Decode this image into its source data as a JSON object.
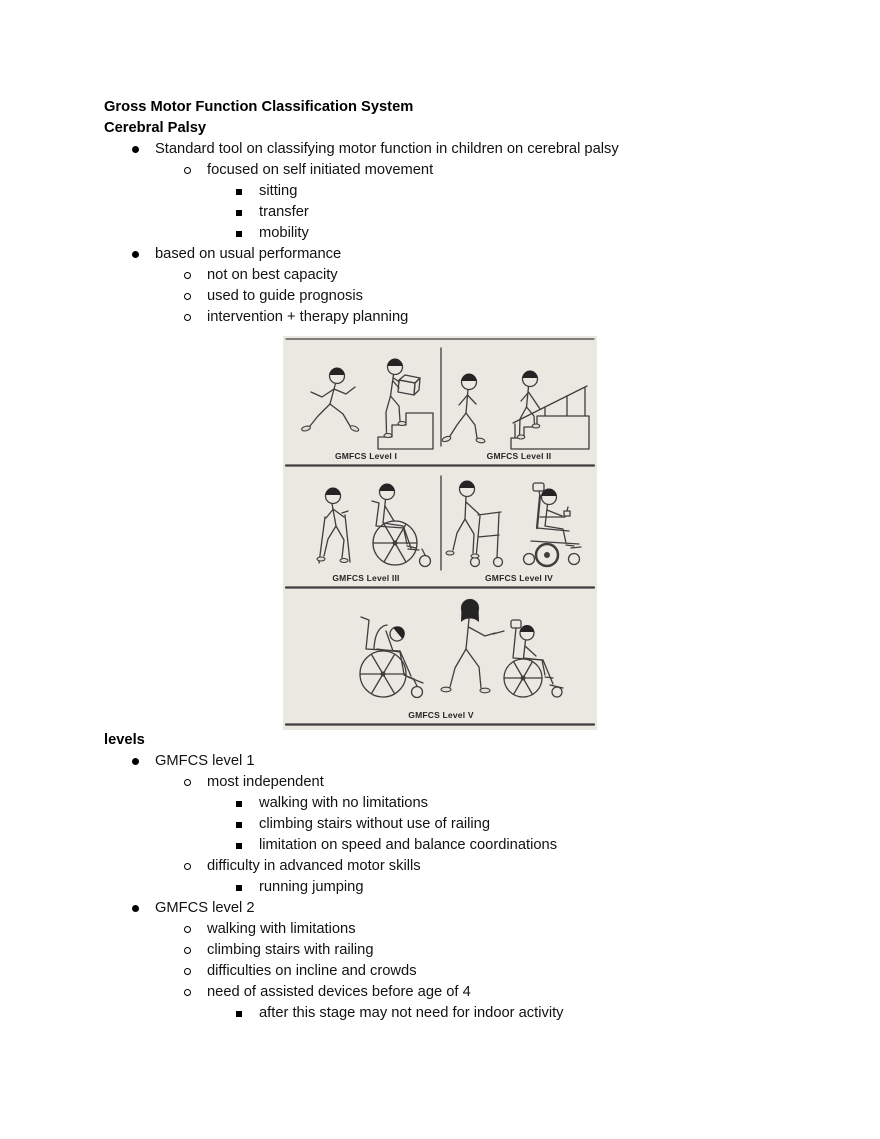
{
  "document": {
    "heading1": "Gross Motor Function Classification System",
    "heading2": "Cerebral Palsy",
    "intro_list": [
      {
        "level": 1,
        "text": "Standard tool on classifying motor function in children on cerebral palsy"
      },
      {
        "level": 2,
        "text": "focused on self initiated movement"
      },
      {
        "level": 3,
        "text": "sitting"
      },
      {
        "level": 3,
        "text": "transfer"
      },
      {
        "level": 3,
        "text": "mobility"
      },
      {
        "level": 1,
        "text": "based on usual performance"
      },
      {
        "level": 2,
        "text": "not on best capacity"
      },
      {
        "level": 2,
        "text": "used to guide prognosis"
      },
      {
        "level": 2,
        "text": "intervention + therapy planning"
      }
    ],
    "levels_heading": "levels",
    "levels_list": [
      {
        "level": 1,
        "text": "GMFCS level 1"
      },
      {
        "level": 2,
        "text": "most independent"
      },
      {
        "level": 3,
        "text": "walking with no limitations"
      },
      {
        "level": 3,
        "text": "climbing stairs without use of railing"
      },
      {
        "level": 3,
        "text": "limitation on speed and balance coordinations"
      },
      {
        "level": 2,
        "text": "difficulty in advanced motor skills"
      },
      {
        "level": 3,
        "text": "running jumping"
      },
      {
        "level": 1,
        "text": "GMFCS level 2"
      },
      {
        "level": 2,
        "text": "walking with limitations"
      },
      {
        "level": 2,
        "text": "climbing stairs with railing"
      },
      {
        "level": 2,
        "text": "difficulties on incline and crowds"
      },
      {
        "level": 2,
        "text": "need of assisted devices before age of 4"
      },
      {
        "level": 3,
        "text": "after this stage may not need for indoor activity"
      }
    ]
  },
  "figure": {
    "caption_labels": [
      "GMFCS Level I",
      "GMFCS Level II",
      "GMFCS Level III",
      "GMFCS Level IV",
      "GMFCS Level V"
    ],
    "background_color": "#ebe7e1",
    "line_color": "#3e3e3e",
    "label_color": "#262626"
  }
}
